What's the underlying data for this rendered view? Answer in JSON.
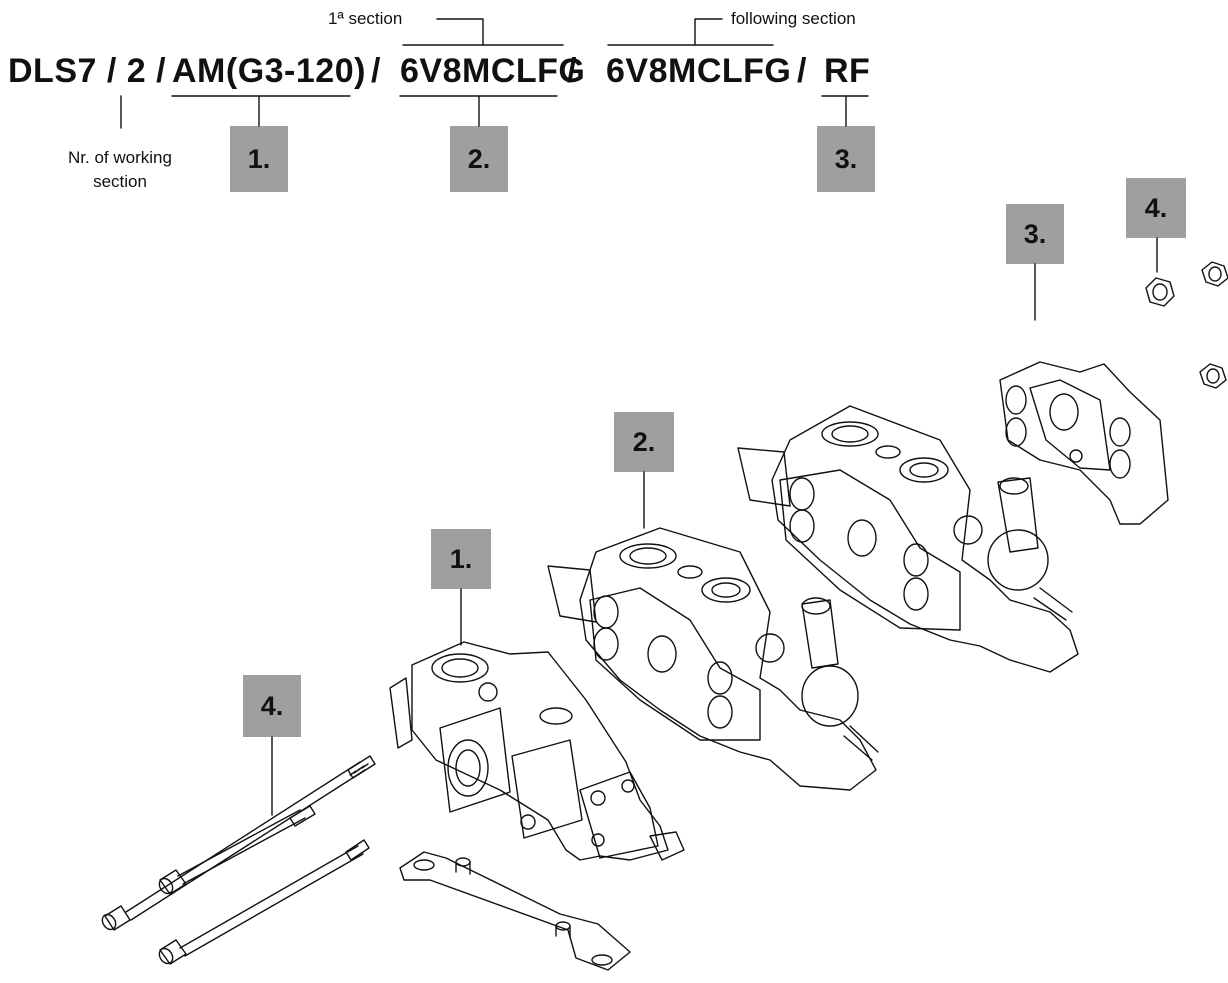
{
  "code": {
    "prefix": "DLS7 / 2 /",
    "inlet": "AM(G3-120)",
    "sep1": "/",
    "first_section": "6V8MCLFG",
    "sep2": "/",
    "following_section": "6V8MCLFG",
    "sep3": "/",
    "end": "RF"
  },
  "labels": {
    "first_section": "1ª section",
    "following_section": "following section",
    "working_sections_line1": "Nr. of working",
    "working_sections_line2": "section"
  },
  "tags": {
    "code_inlet": "1.",
    "code_section": "2.",
    "code_end": "3.",
    "part_end": "3.",
    "part_nuts": "4.",
    "part_section": "2.",
    "part_inlet": "1.",
    "part_rods": "4."
  },
  "colors": {
    "tag_fill": "#9f9f9f",
    "line": "#111111"
  }
}
